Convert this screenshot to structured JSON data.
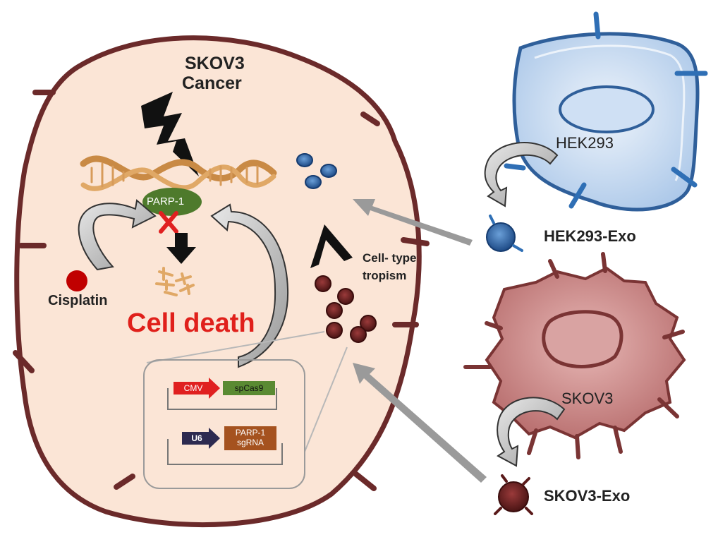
{
  "cancer_cell": {
    "title_line1": "SKOV3",
    "title_line2": "Cancer"
  },
  "protein": {
    "label": "PARP-1",
    "block_mark": "X"
  },
  "drug": {
    "label": "Cisplatin"
  },
  "outcome": {
    "label": "Cell death"
  },
  "tropism": {
    "label_line1": "Cell- type",
    "label_line2": "tropism"
  },
  "plasmids": {
    "cas9": {
      "promoter": "CMV",
      "gene": "spCas9"
    },
    "sgrna": {
      "promoter": "U6",
      "gene_line1": "PARP-1",
      "gene_line2": "sgRNA"
    }
  },
  "hek_cell": {
    "label": "HEK293",
    "exo_label": "HEK293-Exo"
  },
  "skov_cell": {
    "label": "SKOV3",
    "exo_label": "SKOV3-Exo"
  },
  "colors": {
    "cancer_fill": "#fbe5d6",
    "cancer_border": "#6b2a2a",
    "hek_fill": "#cfe0f4",
    "hek_border": "#2f5f9a",
    "skov_fill": "#c98a8a",
    "skov_border": "#7a3434",
    "death_text": "#e0201b",
    "parp_fill": "#4e7a2c",
    "cmv_fill": "#e02020",
    "cas9_fill": "#5a8a32",
    "u6_fill": "#2d2a50",
    "sgrna_fill": "#a5521f"
  }
}
